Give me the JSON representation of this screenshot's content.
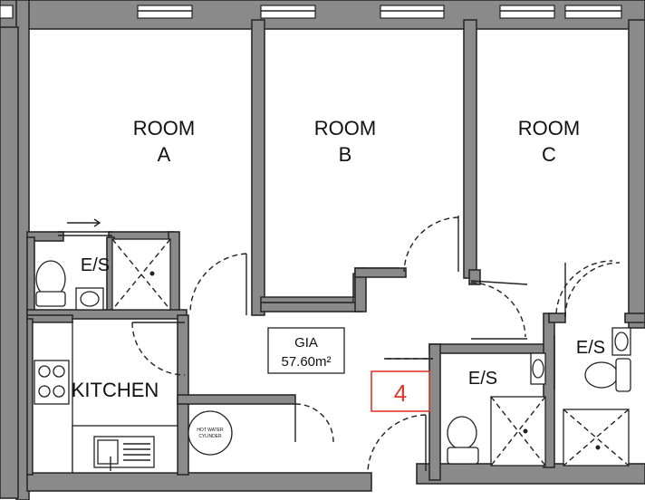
{
  "rooms": {
    "room_a": {
      "line1": "ROOM",
      "line2": "A"
    },
    "room_b": {
      "line1": "ROOM",
      "line2": "B"
    },
    "room_c": {
      "line1": "ROOM",
      "line2": "C"
    }
  },
  "ensuites": {
    "es_a": "E/S",
    "es_center": "E/S",
    "es_right": "E/S"
  },
  "kitchen": "KITCHEN",
  "cylinder": {
    "line1": "HOT WATER",
    "line2": "CYLINDER"
  },
  "gia": {
    "label": "GIA",
    "value": "57.60m²"
  },
  "unit_number": "4",
  "colors": {
    "wall": "#8a8a8a",
    "outline": "#222222",
    "unit_badge": "#e0362a"
  }
}
